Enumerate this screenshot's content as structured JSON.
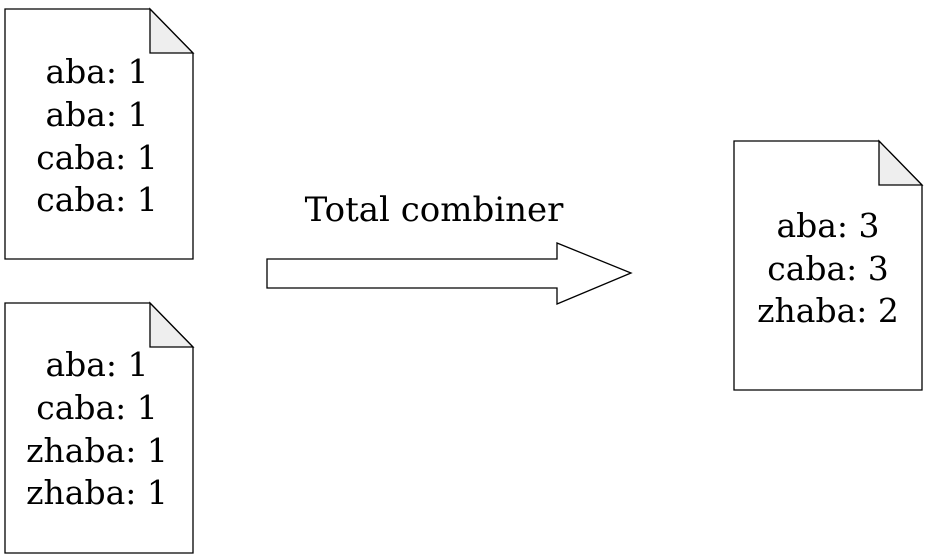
{
  "documents": [
    {
      "name": "input-document-1",
      "lines": [
        "aba: 1",
        "aba: 1",
        "caba: 1",
        "caba: 1"
      ]
    },
    {
      "name": "input-document-2",
      "lines": [
        "aba: 1",
        "caba: 1",
        "zhaba: 1",
        "zhaba: 1"
      ]
    },
    {
      "name": "output-document",
      "lines": [
        "aba: 3",
        "caba: 3",
        "zhaba: 2"
      ]
    }
  ],
  "arrow": {
    "label": "Total combiner"
  }
}
